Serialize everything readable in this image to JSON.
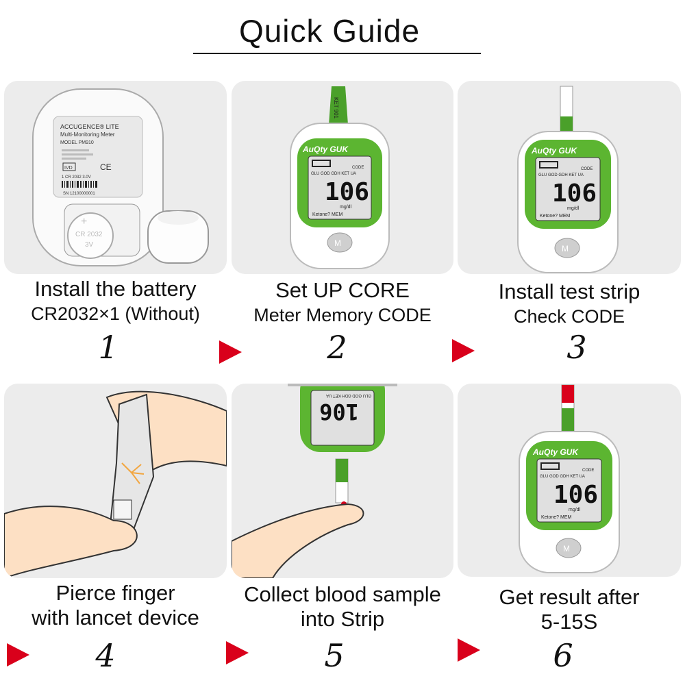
{
  "title": "Quick Guide",
  "steps": [
    {
      "line1": "Install the battery",
      "line2": "CR2032×1 (Without)",
      "number": "1"
    },
    {
      "line1": "Set UP CORE",
      "line2": "Meter Memory CODE",
      "number": "2"
    },
    {
      "line1": "Install test strip",
      "line2": "Check CODE",
      "number": "3"
    },
    {
      "line1": "Pierce finger",
      "line2": "with lancet device",
      "number": "4"
    },
    {
      "line1": "Collect blood sample",
      "line2": "into Strip",
      "number": "5"
    },
    {
      "line1": "Get result after",
      "line2": "5-15S",
      "number": "6"
    }
  ],
  "meter": {
    "brand": "AuQty GUK",
    "reading": "106",
    "unit": "mg/dl",
    "modes": "GLU GOD GDH KET UA",
    "footer": "Ketone?  MEM",
    "code_label": "CODE",
    "strip_code": "KET 901"
  },
  "battery_back": {
    "brand": "ACCUGENCE® LITE",
    "product": "Multi-Monitoring Meter",
    "model": "MODEL  PM910",
    "ivd": "IVD",
    "ce": "CE",
    "battery_spec": "1 CR 2032 3.0V",
    "serial": "SN 12100000001",
    "coin": "CR 2032",
    "volt": "3V"
  },
  "colors": {
    "accent": "#d9001b",
    "meter_green": "#5cb531",
    "panel": "#ececec"
  }
}
